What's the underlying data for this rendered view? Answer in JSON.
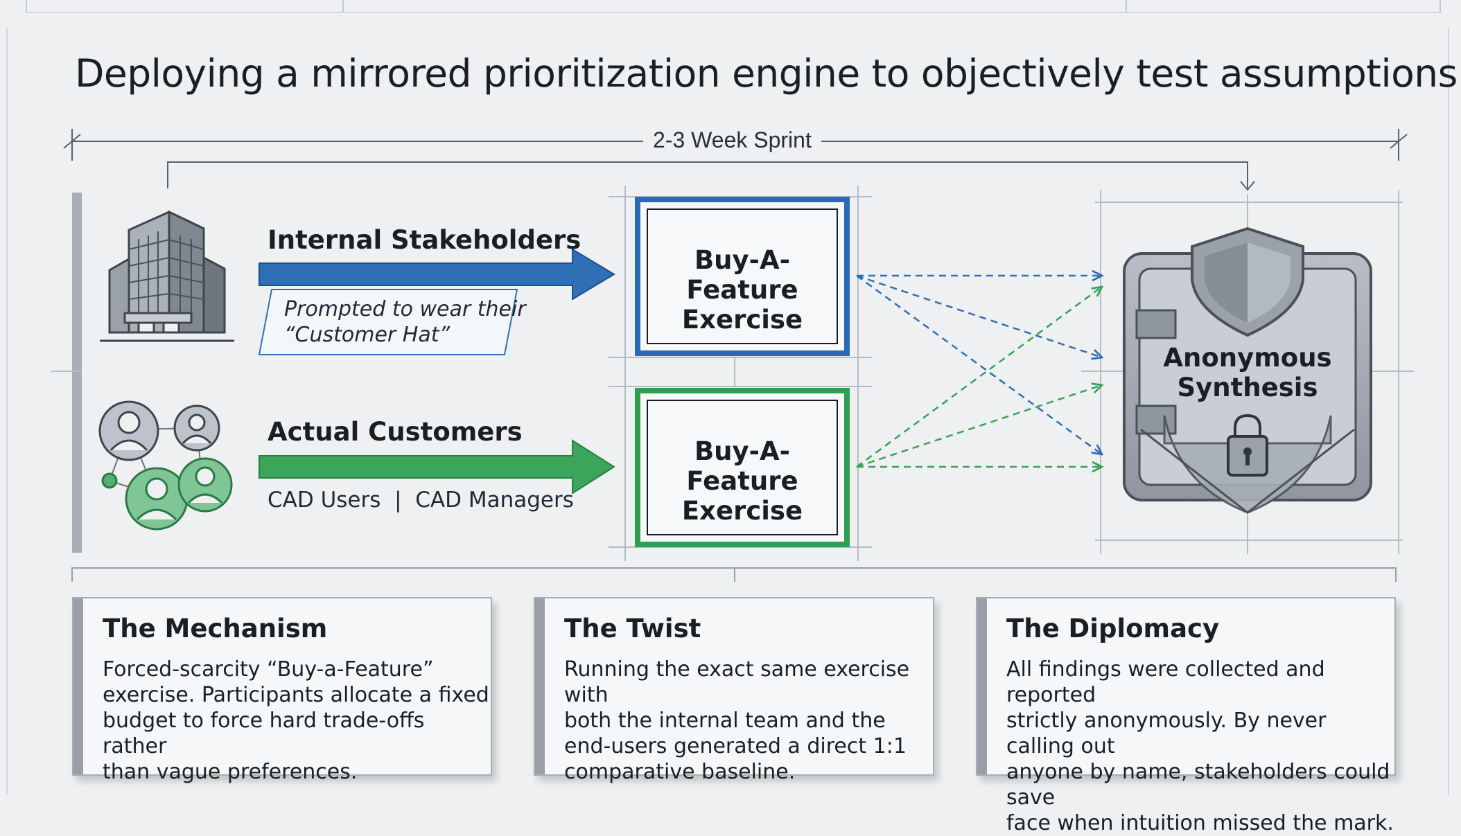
{
  "title": "Deploying a mirrored prioritization engine to objectively test assumptions",
  "sprint": {
    "label": "2-3 Week Sprint"
  },
  "groups": [
    {
      "name": "Internal Stakeholders",
      "note_line1": "Prompted to wear their",
      "note_line2": "“Customer Hat”",
      "icon": "office-building-icon",
      "color": "#2f6fb5"
    },
    {
      "name": "Actual Customers",
      "types": "CAD Users  |  CAD Managers",
      "icon": "people-network-icon",
      "color": "#3aa55b"
    }
  ],
  "exercises": [
    {
      "line1": "Buy-A-Feature",
      "line2": "Exercise",
      "color": "#2a6ab5"
    },
    {
      "line1": "Buy-A-Feature",
      "line2": "Exercise",
      "color": "#2f9e50"
    }
  ],
  "vault": {
    "line1": "Anonymous",
    "line2": "Synthesis",
    "icon": "shield-vault-icon",
    "lock_icon": "padlock-icon"
  },
  "cards": [
    {
      "title": "The Mechanism",
      "lines": [
        "Forced-scarcity “Buy-a-Feature”",
        "exercise. Participants allocate a fixed",
        "budget to force hard trade-offs rather",
        "than vague preferences."
      ]
    },
    {
      "title": "The Twist",
      "lines": [
        "Running the exact same exercise with",
        "both the internal team and the",
        "end-users generated a direct 1:1",
        "comparative baseline."
      ]
    },
    {
      "title": "The Diplomacy",
      "lines": [
        "All findings were collected and reported",
        "strictly anonymously. By never calling out",
        "anyone by name, stakeholders could save",
        "face when intuition missed the mark."
      ]
    }
  ]
}
